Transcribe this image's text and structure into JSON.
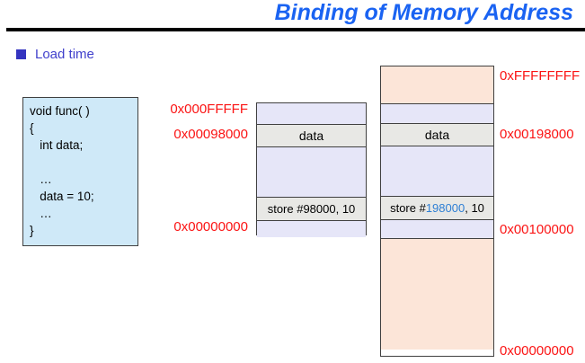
{
  "title": "Binding of Memory Address",
  "bullet": {
    "label": "Load time"
  },
  "code_box": {
    "lines": [
      "void func( )",
      "{",
      "   int data;",
      "",
      "   …",
      "   data = 10;",
      "   …",
      "}"
    ]
  },
  "memory_left": {
    "data_label": "data",
    "store_label": "store #98000, 10",
    "labels": {
      "top": "0x000FFFFF",
      "data": "0x00098000",
      "bottom": "0x00000000"
    }
  },
  "memory_right": {
    "data_label": "data",
    "store_prefix": "store #",
    "store_addr": "198000",
    "store_suffix": ", 10",
    "labels": {
      "top": "0xFFFFFFFF",
      "data": "0x00198000",
      "mid": "0x00100000",
      "bottom": "0x00000000"
    }
  },
  "colors": {
    "title_blue": "#1a63f2",
    "bullet_blue": "#4141cc",
    "label_red": "#fb1414",
    "code_box_bg": "#cfe9f8",
    "segment_lavender": "#e6e6f8",
    "segment_gray": "#e8e8e5",
    "segment_peach": "#fce5d8",
    "store_addr_blue": "#2e7fd4"
  }
}
